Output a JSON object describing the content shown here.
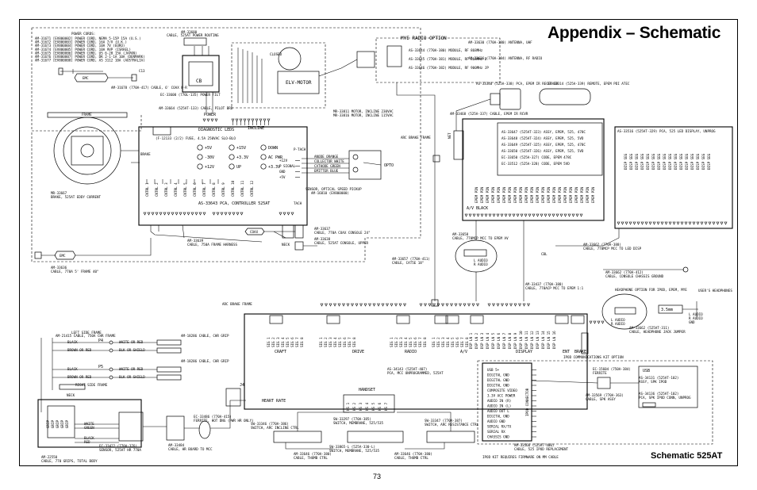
{
  "page": {
    "title": "Appendix – Schematic",
    "caption": "Schematic 525AT",
    "page_number": "73"
  },
  "labels": {
    "power_cords": {
      "heading": "POWER CORDS:",
      "lines": [
        "AM-31671 [EV800002] POWER CORD, NEMA 5-15P 15A (U.S.)",
        "AM-31672 [EV800003] POWER CORD, 16A 7/V (U.K.)",
        "AM-31673 [EV800004] POWER CORD, 10A 7V (EURO)",
        "AM-31674 [EV800005] POWER CORD, 10A 9VP (ISRAEL)",
        "AM-31675 [EV800006] POWER CORD, US 6-20 15A (JAPAN)",
        "AM-31676 [EV800007] POWER CORD, DK 2-1-1A 10A (DENMARK)",
        "AM-31677 [EV800008] POWER CORD, AS 3112 10A (AUSTRALIA)"
      ]
    },
    "c13": "C13",
    "emi_cable": "AM-31678 (770A-417) CABLE, 6' COAX W-R",
    "power_routing": "CABLE, 525AT POWER ROUTING",
    "power_routing_pn": "AM-33600",
    "cb": "CB",
    "power_filt": "EC-33600 (770L-135) POWER FILT",
    "pilot_brd": "AM-33664 (525AT-133) CABLE, PILOT BRD",
    "mye": "MYE RADIO OPTION",
    "mye_lines": [
      "AS-33644 (770A-380) MODULE, RF 868MHz",
      "AS-33645 (770A-381) MODULE, RF 868MHz D",
      "AS-33646 (770A-382) MODULE, RF 900MHz JP"
    ],
    "antenna1": "AM-33630 (770A-380) ANTENNA, UHF",
    "antenna2": "AM-33636 (770A-384) ANTENNA, RF RADIO",
    "ir_receiver": "AS-33340 (525A-338) PCA, EPEM IR RECEIVER",
    "remote": "CP-33314 (525A-339) REMOTE, EPEM PDI ATEC",
    "epem_cable": "AM-33468 (525A-337) CABLE, EPEM IR RCVR",
    "pca_list": [
      "AS-33647 (525AT-323) ASSY, EPEM, 525, 478C",
      "AS-33648 (525AT-324) ASSY, EPEM, 525, 5VD",
      "AS-33649 (525AT-325) ASSY, EPEM, 525, 478C",
      "AS-33650 (525AT-326) ASSY, EPEM, 525, 5VD",
      "EC-33650 (525A-327) CODE, EPEM 478C",
      "EC-33512 (525A-328) CODE, EPEM 5VD"
    ],
    "led_display": "AS-33516 (525AT-329) PCA, 525 LED DISPLAY, UNPROG",
    "incline_motor": "MR-33811 MOTOR, INCLINE 230VAC",
    "incline_motor2": "MR-33816 MOTOR, INCLINE 115VAC",
    "elev_motor": "ELV-MOTOR",
    "controller": "AS-33643 PCA, CONTROLLER 525AT",
    "fuse": "(F-12133 (2/2) FUSE, 4.5A 250VAC SLO-BLO",
    "diag_leds": "DIAGNOSTIC LEDS",
    "led_items": [
      "+5V",
      "-30V",
      "+12V",
      "+15V",
      "+3.3V",
      "UP",
      "DOWN",
      "AC PWR",
      "+3.3V"
    ],
    "brake": "BRAKE, 525AT EDDY CURRENT",
    "brake_pn": "MR-33667",
    "frame": "FRAME",
    "speed_pickup": "SENSOR, OPTICAL SPEED PICKUP",
    "speed_pickup_pn": "AM-16810 (EV800000)",
    "opto": "OPTO",
    "pin_labels": [
      "+12V",
      "P SIGNAL",
      "GND",
      "+5V"
    ],
    "wire_labels": [
      "ANODE ORANGE",
      "COLLECTOR WHITE",
      "CATHODE GREEN",
      "EMITTER BLUE"
    ],
    "tach": "TACH",
    "frame_harness": "CABLE, 750A FRAME HARNESS",
    "frame_harness_pn": "AM-33639",
    "console_upper": "CABLE, 525AT CONSOLE, UPPER",
    "console_upper_pn": "AM-33638",
    "coax_console": "CABLE, 770A COAX CONSOLE 24\"",
    "coax_console_pn": "AM-33637",
    "coax_frame": "CABLE, 770A 5' FRAME 40\"",
    "coax_frame_pn": "AM-33636",
    "neck": "NECK",
    "epem_av": "CABLE, 770MCP MCC TO EPEM AV",
    "epem_av_pn": "AM-33658",
    "cat5": "CABLE, CAT5E 18\"",
    "cat5_pn": "AM-33657 (770A-411)",
    "mcc_led": "CABLE, 770MCP MCC TO LED DISP",
    "mcc_led_pn": "AM-33662 (770A-388)",
    "chassis_gnd": "CABLE, CONSOLE CHASSIS GROUND",
    "chassis_gnd_pn": "AM-33662 (770A-412)",
    "mcc_epem": "CABLE, 770ACP MCC TO EPEM 1:1",
    "mcc_epem_pn": "AM-33437 (770A-388)",
    "headphone_opt": "HEADPHONE OPTION FOR IPOD, EPEM, MYE",
    "headphone_jack": "CABLE, HEADPHONE JACK JUMPER",
    "headphone_jack_pn": "AM-33662 (525AT-311)",
    "users_headphones": "USER'S HEADPHONES",
    "mm": "3.5mm",
    "audio": [
      "L AUDIO",
      "R AUDIO",
      "GND"
    ],
    "mcc_pca": "PCA, MCC UNPROGRAMMED, 525AT",
    "mcc_pca_pn": "AS-34143 (525AT-407)",
    "left_frame": "LEFT SIDE FRAME",
    "right_frame": "RIGHT SIDE FRAME",
    "hr_grip": "AM-21415 CABLE, 750A CHR FRAME",
    "hr_grip2": "AM-18286 CABLE, CHR GRIP",
    "colors": [
      "BLACK",
      "BROWN OR RED",
      "WHITE OR RED",
      "BLK OR SHIELD"
    ],
    "heart_rate": "HEART RATE",
    "p4": "P4",
    "p5": "P5",
    "j4": "J4",
    "handset": "HANDSET",
    "cable_grips": "CABLE, 770 GRIPS, TOTAL BODY",
    "cable_grips_pn": "AM-22550",
    "hr_sensor": "SENSOR, 525AT HR 770A",
    "hr_sensor_pn": "EC-33422 (770A-376)",
    "hr_board": "CABLE, HR BOARD TO MCC",
    "hr_board_pn": "AM-33484",
    "ferrite": "FERRITE, HOT DNG (PWR HR ONLY)",
    "ferrite_pn": "EC-33486 (770A-415)",
    "switch_incline": "SWITCH, ARC INCLINE CTRL",
    "switch_incline_pn": "SW-33346 (770A-386)",
    "switch_resistance": "SWITCH, ARC RESISTANCE CTRL",
    "switch_resistance_pn": "SW-33347 (770A-387)",
    "membrane_l": "SWITCH, MEMBRANE, 525/535",
    "membrane_l_pn": "SW-33865-L (525A-330-L)",
    "membrane_r": "SWITCH, MEMBRANE, 525/535",
    "membrane_r_pn": "SW-33297 (770A-385)",
    "thumb_l": "CABLE, THUMB CTRL",
    "thumb_l_pn": "AM-33646 (770A-380)",
    "thumb_r": "CABLE, THUMB CTRL",
    "thumb_r_pn": "AM-33646 (770A-380)",
    "ipod_kit": "IPOD COMMUNICATIONS KIT OPTION",
    "ferrite2": "FERRITE",
    "ferrite2_pn": "EC-15604 (750A-384)",
    "usb_pca": "PCA, SPK IPOD CONN, UNPROG",
    "usb_pca_pn": "AS-34136 (525AT-102)",
    "ipod_assy": "ASSY, SPK IPOD",
    "ipod_assy_pn": "AS-34131 (525AT-102)",
    "ipod_cable": "CABLE, SPK ASSY",
    "ipod_cable_pn": "AM-33569 (770A-363)",
    "ipod_note": "IPOD KIT REQUIRES FIRMWARE ON MM CABLE",
    "ipod_replace": "CABLE, 525 IPOD REPLACEMENT",
    "ipod_replace_pn": "AM-33566 (525AT-400)",
    "usb_label": "USB",
    "headers": [
      "CRAFT",
      "DRIVE",
      "RADIO",
      "A/V",
      "DISPLAY",
      "ENT",
      "BRAKE"
    ],
    "av_black": "A/V BLACK",
    "ipod_header": "IPOD CONNECTOR",
    "usb_pins": [
      "USB 5+",
      "DIGITAL GND",
      "DIGITAL GND",
      "DIGITAL GND",
      "COMPOSITE VIDEO",
      "3.3V ACC POWER",
      "AUDIO IN (R)",
      "AUDIO IN (L)",
      "AUDIO OUT L",
      "DIGITAL GND",
      "AUDIO GND",
      "SERIAL RX/TX",
      "SERIAL RX",
      "CHASSIS GND"
    ],
    "arc_brake": "ARC BRAKE FRAME",
    "power": "POWER",
    "incline": "INCLINE",
    "net": "NET"
  }
}
